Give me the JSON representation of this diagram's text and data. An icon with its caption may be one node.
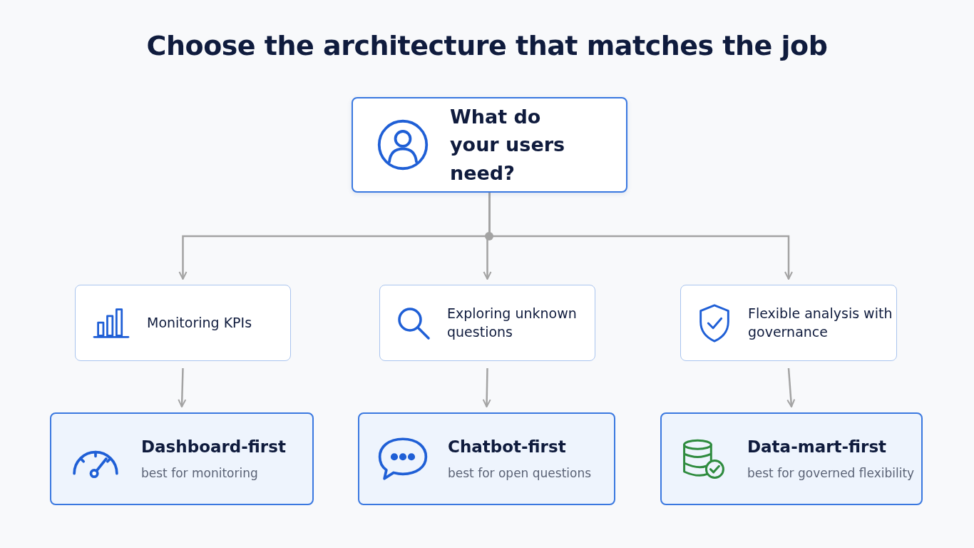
{
  "diagram": {
    "title": "Choose the architecture that matches the job",
    "nodes": [
      {
        "text": [
          "What do your users need?"
        ]
      },
      {
        "text": [
          "Monitoring KPIs"
        ]
      },
      {
        "text": [
          "Exploring unknown questions"
        ]
      },
      {
        "text": [
          "Flexible analysis with governance"
        ]
      },
      {
        "text": [
          "Dashboard-first",
          "best for monitoring"
        ]
      },
      {
        "text": [
          "Chatbot-first",
          "best for open questions"
        ]
      },
      {
        "text": [
          "Data-mart-first",
          "best for governed flexibility"
        ]
      }
    ],
    "edges": [
      {
        "from": 0,
        "to": 1,
        "arrow": "to"
      },
      {
        "from": 0,
        "to": 2,
        "arrow": "to"
      },
      {
        "from": 0,
        "to": 3,
        "arrow": "to"
      },
      {
        "from": 1,
        "to": 4,
        "arrow": "to"
      },
      {
        "from": 2,
        "to": 5,
        "arrow": "to"
      },
      {
        "from": 3,
        "to": 6,
        "arrow": "to"
      }
    ]
  }
}
